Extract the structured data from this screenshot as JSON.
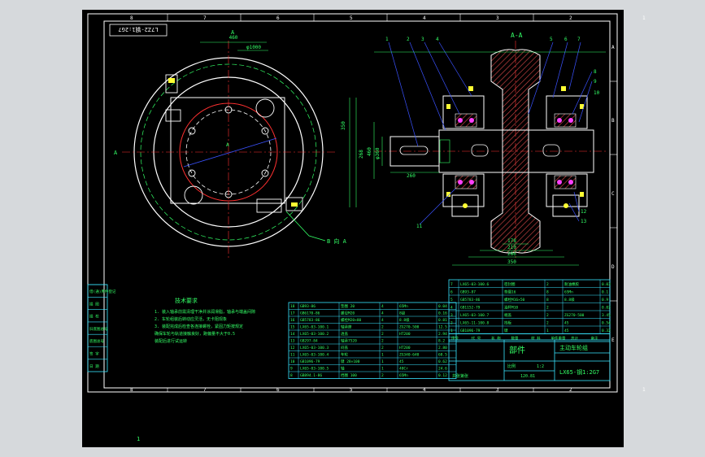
{
  "drawing": {
    "title_block": {
      "part_label": "部件",
      "name": "主动车轮组",
      "code": "LX65-钢1:2G7",
      "scale_label": "比例",
      "scale": "1:2",
      "weight": "120.81",
      "sheet": "共张第张"
    },
    "top_stamp": "L7Z2-钢1:2G7",
    "section_label": "A-A",
    "view_marker": "A",
    "notes_title": "技术要求",
    "notes": [
      "1. 装入轴承前需清理干净并涂润滑脂，轴承与端盖间隙",
      "2. 车轮组装后转动应灵活，无卡阻现象",
      "3. 装配完成后检查各连接螺栓，紧固力矩按规定",
      "   确保车轮与轨道接触良好，跑偏量不大于0.5",
      "   装配后进行试运转"
    ],
    "dims": {
      "d_top": "φ1000",
      "d_side": "460",
      "bore": "φ360",
      "shaft_len": "260",
      "w1": "178",
      "w2": "210",
      "w3": "350",
      "w4": "286",
      "h1": "350",
      "h2": "268"
    },
    "side_stamps": [
      "借(通)用件登记",
      "描 图",
      "描 校",
      "旧底图总号",
      "底图总号",
      "签 字",
      "日 期"
    ],
    "row_numbers_right": [
      "1",
      "2",
      "3",
      "4",
      "5",
      "6",
      "7",
      "8",
      "9",
      "10",
      "11"
    ],
    "table_left": [
      {
        "no": "18",
        "code": "GB93-86",
        "name": "垫圈 20",
        "qty": "4",
        "mat": "65Mn",
        "w": "0.04"
      },
      {
        "no": "17",
        "code": "GB6170-86",
        "name": "螺母M20",
        "qty": "4",
        "mat": "8级",
        "w": "0.16"
      },
      {
        "no": "16",
        "code": "GB5783-86",
        "name": "螺栓M20×80",
        "qty": "4",
        "mat": "8.8级",
        "w": "0.81"
      },
      {
        "no": "15",
        "code": "LX65-03-100.1",
        "name": "轴承座",
        "qty": "2",
        "mat": "ZG270-500",
        "w": "12.5"
      },
      {
        "no": "14",
        "code": "LX65-03-100.2",
        "name": "透盖",
        "qty": "2",
        "mat": "HT200",
        "w": "2.94"
      },
      {
        "no": "13",
        "code": "GB297-84",
        "name": "轴承7520",
        "qty": "2",
        "mat": "",
        "w": "8.2"
      },
      {
        "no": "12",
        "code": "LX65-03-100.3",
        "name": "闷盖",
        "qty": "2",
        "mat": "HT200",
        "w": "2.80"
      },
      {
        "no": "11",
        "code": "LX65-03-100.4",
        "name": "车轮",
        "qty": "1",
        "mat": "ZG340-640",
        "w": "68.5"
      },
      {
        "no": "10",
        "code": "GB1096-79",
        "name": "键 28×100",
        "qty": "1",
        "mat": "45",
        "w": "0.62"
      },
      {
        "no": "9",
        "code": "LX65-03-100.5",
        "name": "轴",
        "qty": "1",
        "mat": "40Cr",
        "w": "24.6"
      },
      {
        "no": "8",
        "code": "GB894.1-86",
        "name": "挡圈 100",
        "qty": "2",
        "mat": "65Mn",
        "w": "0.12"
      }
    ],
    "table_right": [
      {
        "no": "7",
        "code": "LX65-03-100.6",
        "name": "密封圈",
        "qty": "2",
        "mat": "耐油橡胶",
        "w": "0.03"
      },
      {
        "no": "6",
        "code": "GB93-87",
        "name": "垫圈16",
        "qty": "8",
        "mat": "65Mn",
        "w": "0.1"
      },
      {
        "no": "5",
        "code": "GB5783-86",
        "name": "螺栓M16×50",
        "qty": "8",
        "mat": "8.8级",
        "w": "0.9"
      },
      {
        "no": "4",
        "code": "GB1152-79",
        "name": "油杯M10",
        "qty": "2",
        "mat": "",
        "w": "0.02"
      },
      {
        "no": "3",
        "code": "LX65-03-100.7",
        "name": "端盖",
        "qty": "2",
        "mat": "ZG270-500",
        "w": "3.45"
      },
      {
        "no": "2",
        "code": "LX65-11-100.8",
        "name": "挡板",
        "qty": "2",
        "mat": "45",
        "w": "0.54"
      },
      {
        "no": "1",
        "code": "GB1096-79",
        "name": "键",
        "qty": "1",
        "mat": "45",
        "w": "0.32"
      }
    ],
    "table_header": [
      "序号",
      "代 号",
      "名 称",
      "数量",
      "材 料",
      "单件重量",
      "总计",
      "备注"
    ],
    "grid_top": [
      "8",
      "7",
      "6",
      "5",
      "4",
      "3",
      "2",
      "1"
    ],
    "grid_side": [
      "A",
      "B",
      "C",
      "D",
      "E"
    ],
    "footer_label": "1"
  },
  "colors": {
    "background": "#000000",
    "frame": "#ffffff",
    "outline": "#ffffff",
    "green": "#33ff66",
    "cyan": "#39e5ff",
    "red": "#ff3030",
    "blue": "#3a52ff",
    "yellow": "#ffff33",
    "magenta": "#ff40ff",
    "hatch": "#e04a4a"
  }
}
